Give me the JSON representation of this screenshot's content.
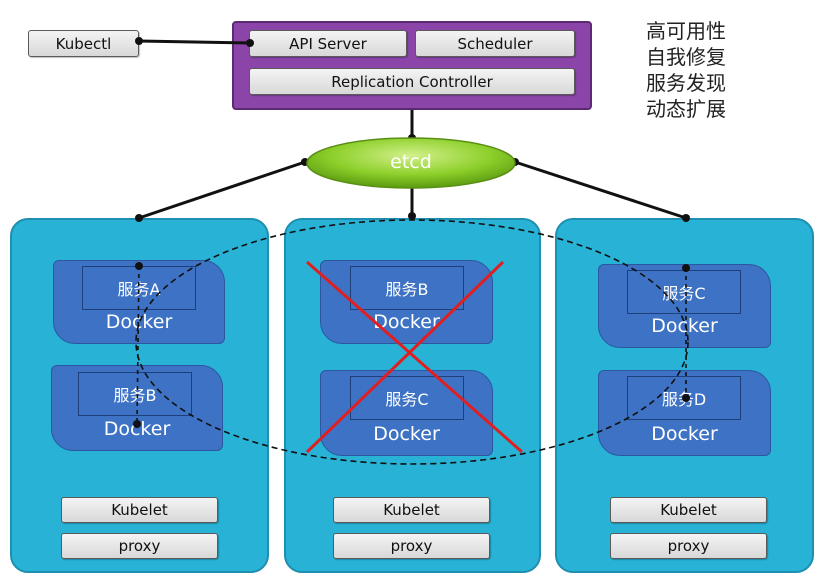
{
  "kubectl": "Kubectl",
  "master": {
    "api_server": "API Server",
    "scheduler": "Scheduler",
    "replication_controller": "Replication Controller"
  },
  "etcd": "etcd",
  "features": [
    "高可用性",
    "自我修复",
    "服务发现",
    "动态扩展"
  ],
  "nodes": [
    {
      "containers": [
        {
          "service": "服务A",
          "runtime": "Docker"
        },
        {
          "service": "服务B",
          "runtime": "Docker"
        }
      ],
      "kubelet": "Kubelet",
      "proxy": "proxy"
    },
    {
      "failed": true,
      "containers": [
        {
          "service": "服务B",
          "runtime": "Docker"
        },
        {
          "service": "服务C",
          "runtime": "Docker"
        }
      ],
      "kubelet": "Kubelet",
      "proxy": "proxy"
    },
    {
      "containers": [
        {
          "service": "服务C",
          "runtime": "Docker"
        },
        {
          "service": "服务D",
          "runtime": "Docker"
        }
      ],
      "kubelet": "Kubelet",
      "proxy": "proxy"
    }
  ],
  "colors": {
    "master_purple": "#8b44a8",
    "node_cyan": "#27b2d6",
    "docker_blue": "#3e72c4",
    "etcd_green": "#8ccf2a",
    "failure_red": "#e02020"
  }
}
